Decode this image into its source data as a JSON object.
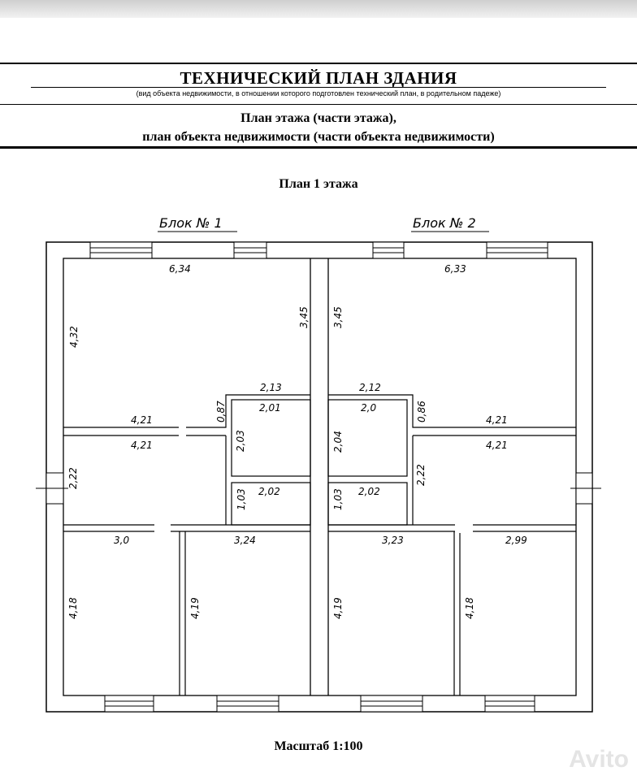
{
  "title": "ТЕХНИЧЕСКИЙ ПЛАН ЗДАНИЯ",
  "subcaption": "(вид объекта недвижимости, в отношении которого подготовлен технический план, в родительном падеже)",
  "heading_line1": "План этажа (части этажа),",
  "heading_line2": "план объекта недвижимости (части объекта недвижимости)",
  "plan_title": "План 1 этажа",
  "block1_label": "Блок № 1",
  "block2_label": "Блок № 2",
  "dimensions": {
    "b1_top_width": "6,34",
    "b1_left_height": "4,32",
    "b1_right_height": "3,45",
    "b1_corridor_width": "2,13",
    "b1_corridor_height": "0,87",
    "b1_room_width_a": "4,21",
    "b1_room_width_b": "4,21",
    "b1_bath_width": "2,01",
    "b1_bath_height": "2,03",
    "b1_room_height": "2,22",
    "b1_wc_width": "2,02",
    "b1_wc_height": "1,03",
    "b1_bl_width": "3,0",
    "b1_br_width": "3,24",
    "b1_bl_height": "4,18",
    "b1_br_height": "4,19",
    "b2_top_width": "6,33",
    "b2_left_height": "3,45",
    "b2_corridor_width": "2,12",
    "b2_corridor_height": "0,86",
    "b2_bath_width": "2,0",
    "b2_bath_height": "2,04",
    "b2_room_width_a": "4,21",
    "b2_room_width_b": "4,21",
    "b2_room_height": "2,22",
    "b2_wc_width": "2,02",
    "b2_wc_height": "1,03",
    "b2_bl_width": "3,23",
    "b2_br_width": "2,99",
    "b2_bl_height": "4,19",
    "b2_br_height": "4,18"
  },
  "scale": "Масштаб 1:100",
  "watermark": "Avito"
}
